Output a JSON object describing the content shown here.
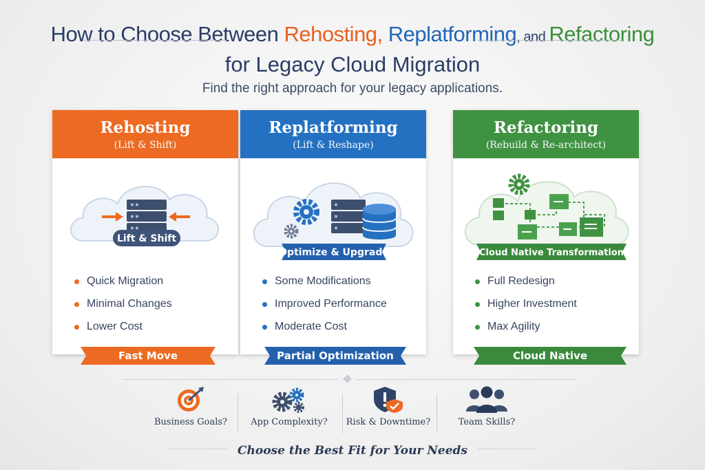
{
  "title": {
    "prefix": "How to Choose Between ",
    "rehosting": "Rehosting",
    "comma1": ", ",
    "replatforming": "Replatforming",
    "comma2": ",",
    "and": " and ",
    "refactoring": "Refactoring",
    "line2": "for Legacy Cloud Migration"
  },
  "subtitle": "Find the right approach for your legacy applications.",
  "colors": {
    "orange": "#ec6a22",
    "blue": "#2571c1",
    "green": "#3f9242",
    "navy": "#2a3d66"
  },
  "cards": [
    {
      "name": "Rehosting",
      "sub": "(Lift & Shift)",
      "badge": "Lift & Shift",
      "items": [
        "Quick Migration",
        "Minimal Changes",
        "Lower Cost"
      ],
      "ribbon": "Fast Move",
      "icon": "server-icon"
    },
    {
      "name": "Replatforming",
      "sub": "(Lift & Reshape)",
      "badge": "Optimize & Upgrade",
      "items": [
        "Some Modifications",
        "Improved Performance",
        "Moderate Cost"
      ],
      "ribbon": "Partial Optimization",
      "icon": "database-icon"
    },
    {
      "name": "Refactoring",
      "sub": "(Rebuild & Re-architect)",
      "badge": "Cloud Native Transformation",
      "items": [
        "Full Redesign",
        "Higher Investment",
        "Max Agility"
      ],
      "ribbon": "Cloud Native",
      "icon": "microservices-icon"
    }
  ],
  "factors": [
    {
      "label": "Business Goals?",
      "icon": "target-icon"
    },
    {
      "label": "App Complexity?",
      "icon": "gears-icon"
    },
    {
      "label": "Risk & Downtime?",
      "icon": "shield-warning-icon"
    },
    {
      "label": "Team Skills?",
      "icon": "team-icon"
    }
  ],
  "closing": "Choose the Best Fit for Your Needs"
}
